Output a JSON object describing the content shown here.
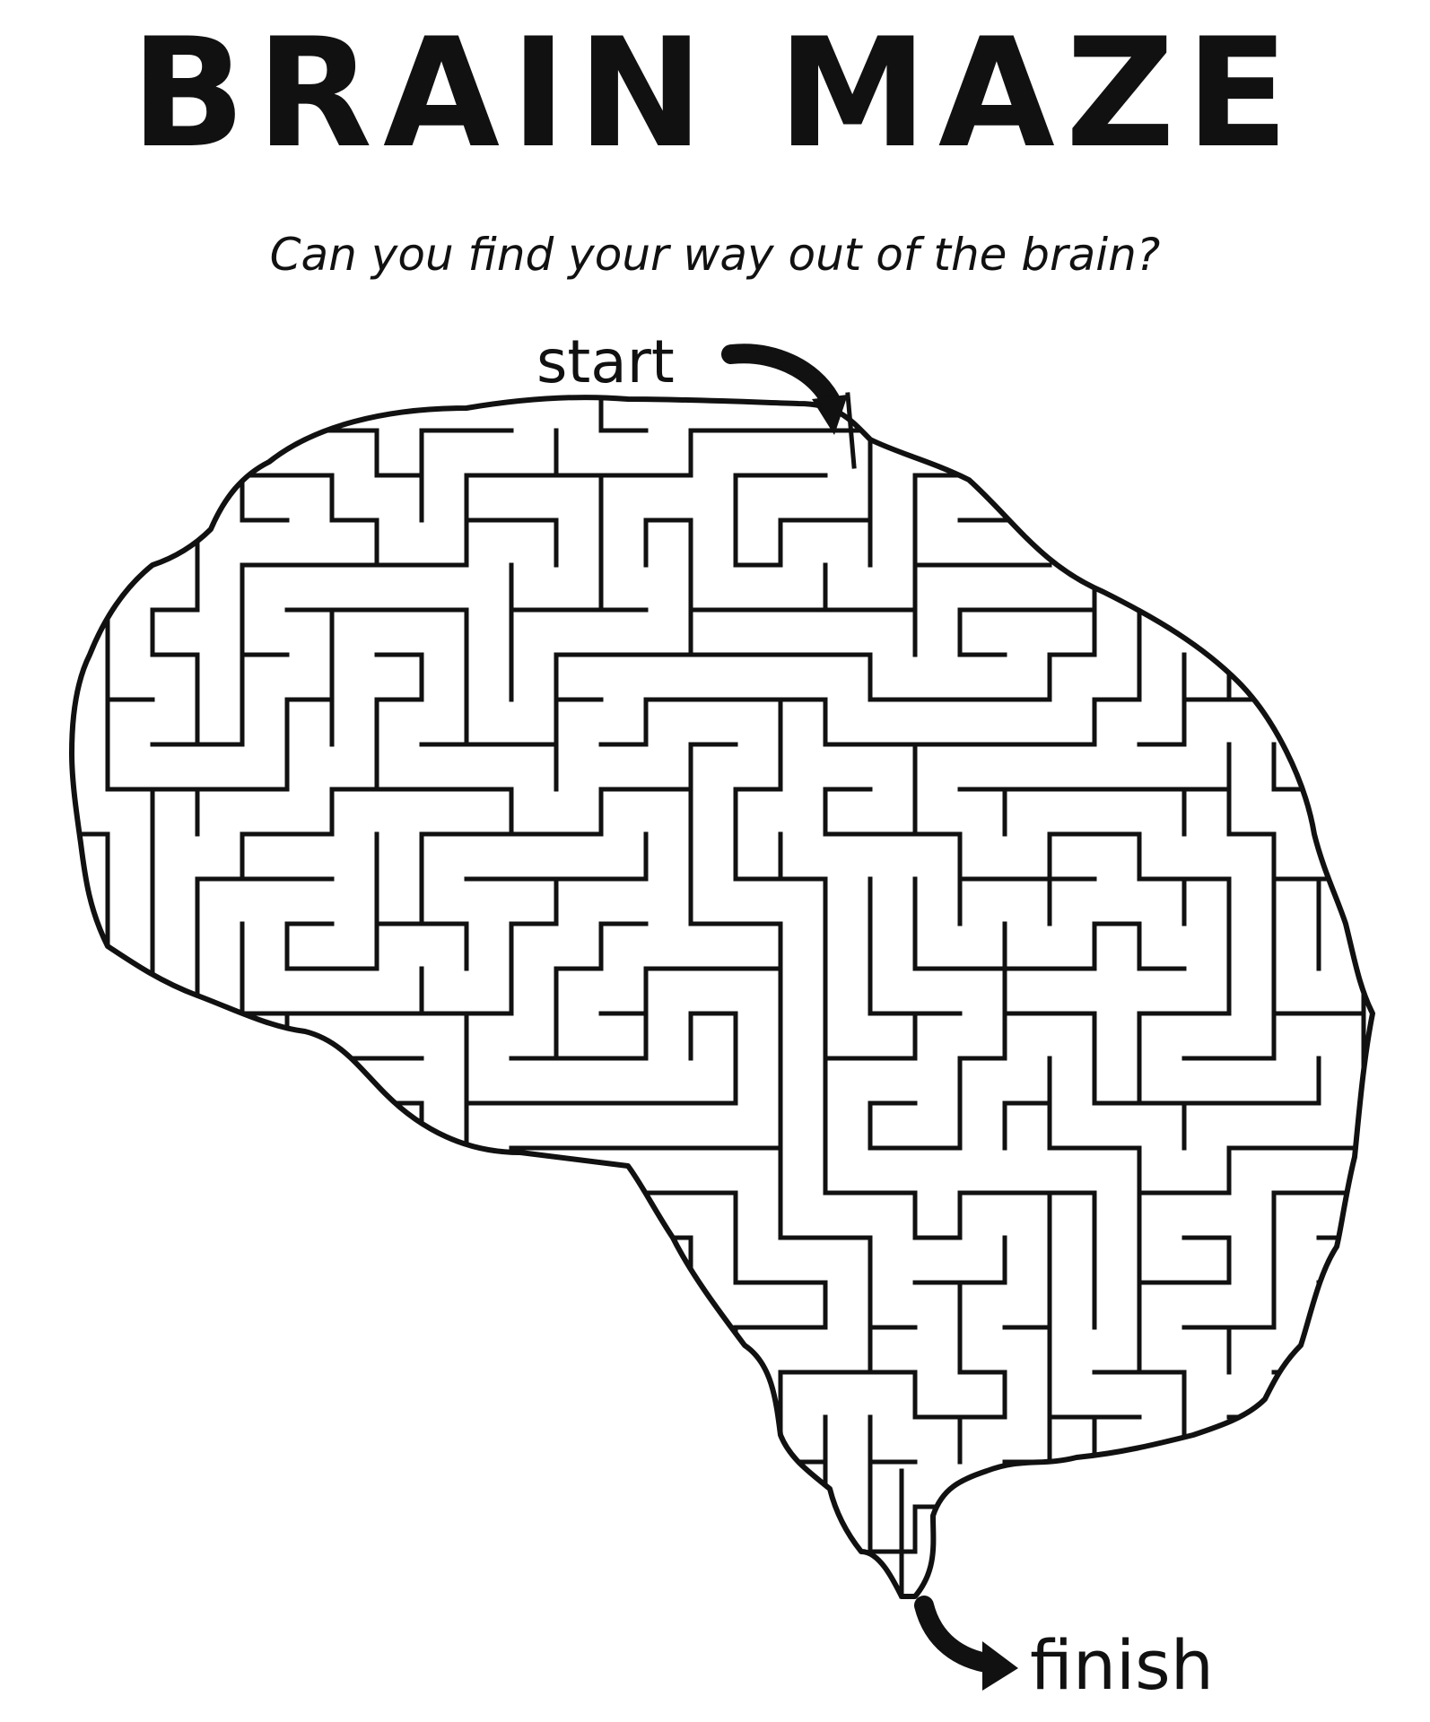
{
  "header": {
    "title": "BRAIN MAZE",
    "subtitle": "Can you find your way out of the brain?"
  },
  "maze": {
    "start_label": "start",
    "finish_label": "finish",
    "ink_color": "#111111",
    "background_color": "#ffffff",
    "icons": [
      "start-arrow-icon",
      "finish-arrow-icon"
    ]
  }
}
